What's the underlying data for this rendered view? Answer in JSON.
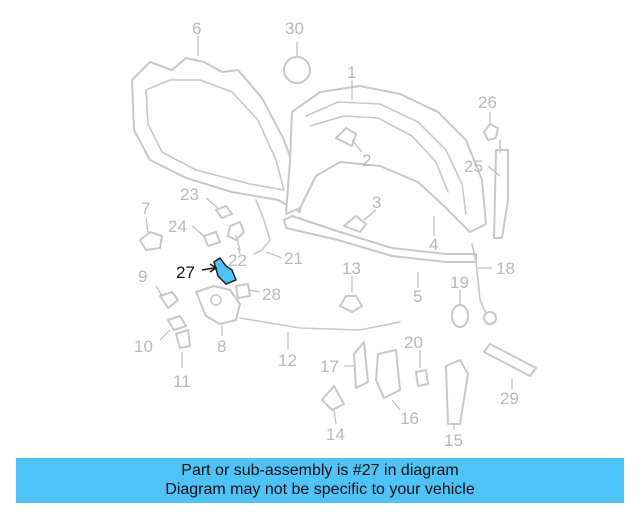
{
  "diagram": {
    "callouts": {
      "c1": "1",
      "c2": "2",
      "c3": "3",
      "c4": "4",
      "c5": "5",
      "c6": "6",
      "c7": "7",
      "c8": "8",
      "c9": "9",
      "c10": "10",
      "c11": "11",
      "c12": "12",
      "c13": "13",
      "c14": "14",
      "c15": "15",
      "c16": "16",
      "c17": "17",
      "c18": "18",
      "c19": "19",
      "c20": "20",
      "c21": "21",
      "c22": "22",
      "c23": "23",
      "c24": "24",
      "c25": "25",
      "c26": "26",
      "c27": "27",
      "c28": "28",
      "c29": "29",
      "c30": "30"
    },
    "highlighted_part": "27",
    "colors": {
      "highlight": "#4fc3f7",
      "part_outline": "#c8c8c8",
      "callout_text": "#b8b8b8",
      "banner": "#4fc3f7"
    }
  },
  "caption": {
    "line1": "Part or sub-assembly is #27 in diagram",
    "line2": "Diagram may not be specific to your vehicle"
  }
}
